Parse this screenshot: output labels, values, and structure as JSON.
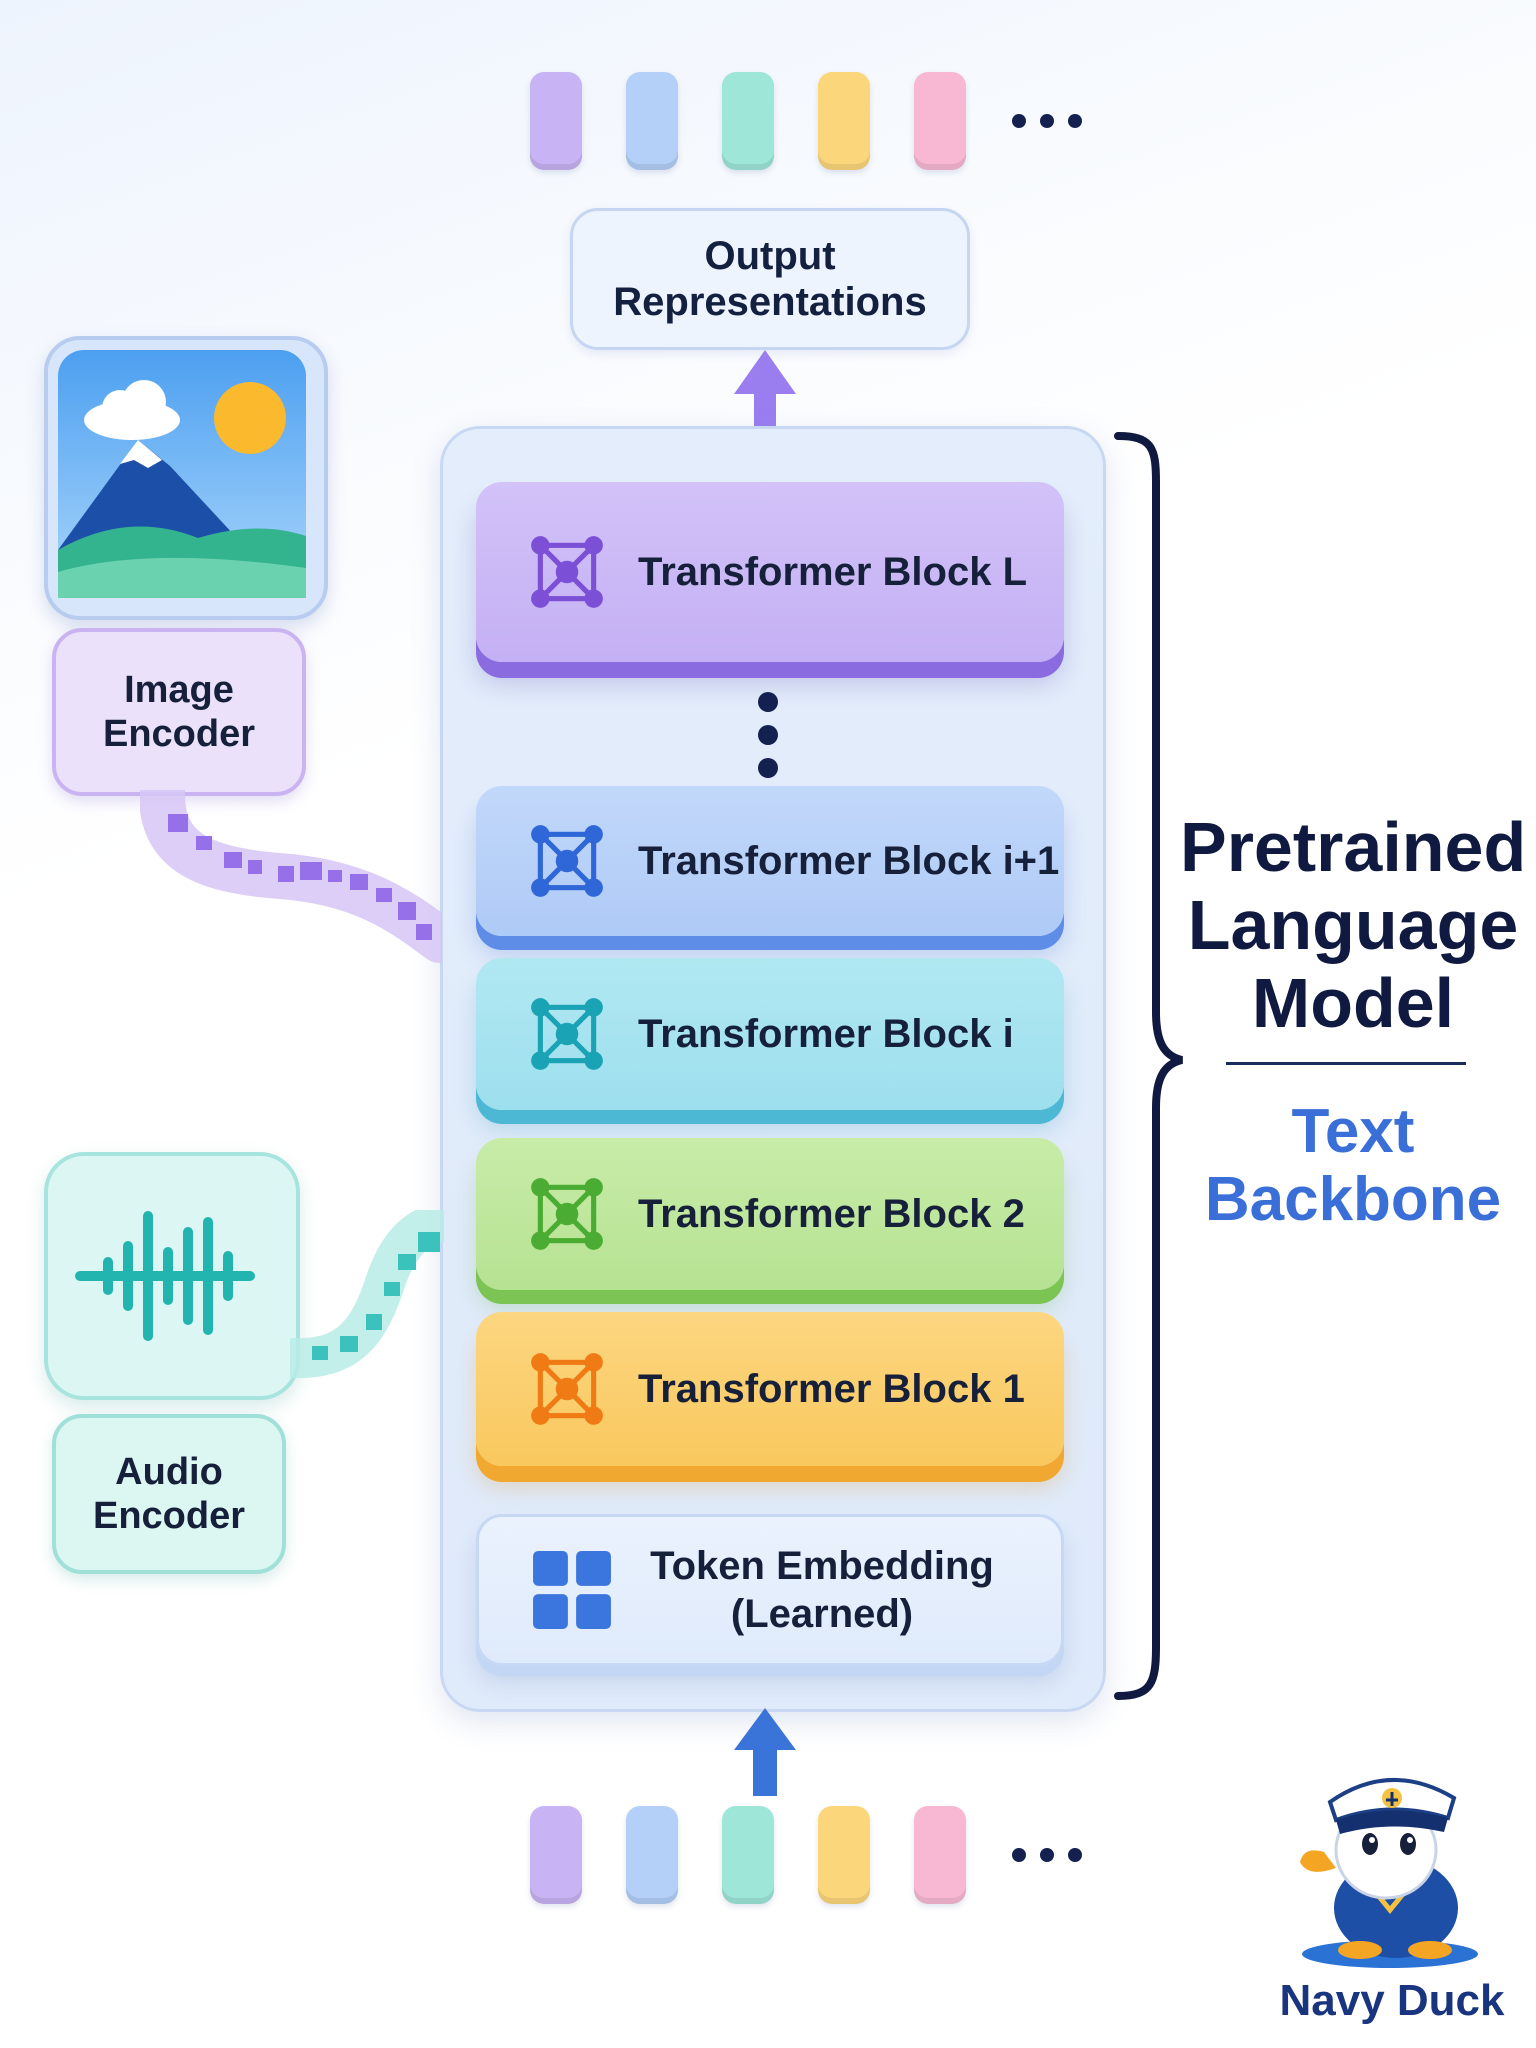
{
  "diagram": {
    "output": {
      "line1": "Output",
      "line2": "Representations"
    },
    "blocks": [
      {
        "label": "Transformer Block L"
      },
      {
        "label": "Transformer Block i+1"
      },
      {
        "label": "Transformer Block i"
      },
      {
        "label": "Transformer Block 2"
      },
      {
        "label": "Transformer Block 1"
      }
    ],
    "embedding": {
      "line1": "Token Embedding",
      "line2": "(Learned)"
    },
    "image_encoder": {
      "line1": "Image",
      "line2": "Encoder"
    },
    "audio_encoder": {
      "line1": "Audio",
      "line2": "Encoder"
    },
    "side_title": {
      "line1": "Pretrained",
      "line2": "Language",
      "line3": "Model"
    },
    "side_subtitle": {
      "line1": "Text",
      "line2": "Backbone"
    }
  },
  "brand": {
    "name": "Navy Duck"
  },
  "colors": {
    "purple": "#c8b4f4",
    "blue": "#b4d0f8",
    "teal": "#9ee6d8",
    "yellow": "#fcd67a",
    "pink": "#f8b8d4",
    "accent_blue": "#3a6fd8",
    "navy": "#101a40"
  }
}
